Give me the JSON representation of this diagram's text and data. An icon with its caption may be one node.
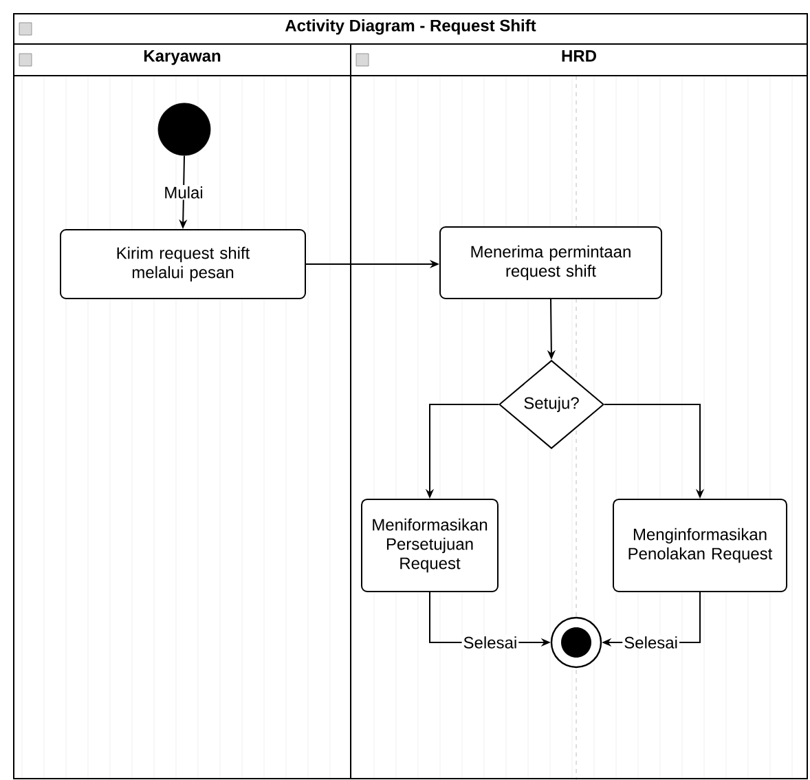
{
  "diagram": {
    "nodes": [
      {
        "text": [
          "Activity Diagram - Request Shift"
        ]
      },
      {
        "text": [
          "Karyawan"
        ],
        "in": 0
      },
      {
        "text": [
          "HRD"
        ],
        "in": 0
      },
      {
        "text": [],
        "shape": "circle",
        "in": 1
      },
      {
        "text": [
          "Kirim request shift melalui pesan"
        ],
        "in": 1
      },
      {
        "text": [
          "Menerima permintaan request shift"
        ],
        "in": 2
      },
      {
        "text": [
          "Setuju?"
        ],
        "in": 2
      },
      {
        "text": [
          "Meniformasikan Persetujuan Request"
        ],
        "in": 2
      },
      {
        "text": [
          "Menginformasikan Penolakan Request"
        ],
        "in": 2
      },
      {
        "text": [],
        "shape": "circle",
        "in": 2
      }
    ],
    "edges": [
      {
        "from": 3,
        "to": 4,
        "arrow": "to",
        "label": "Mulai"
      },
      {
        "from": 4,
        "to": 5,
        "arrow": "to"
      },
      {
        "from": 5,
        "to": 6,
        "arrow": "to"
      },
      {
        "from": 6,
        "to": 7,
        "arrow": "to"
      },
      {
        "from": 6,
        "to": 8,
        "arrow": "to"
      },
      {
        "from": 7,
        "to": 9,
        "arrow": "to",
        "label": "Selesai"
      },
      {
        "from": 8,
        "to": 9,
        "arrow": "to",
        "label": "Selesai"
      }
    ]
  }
}
